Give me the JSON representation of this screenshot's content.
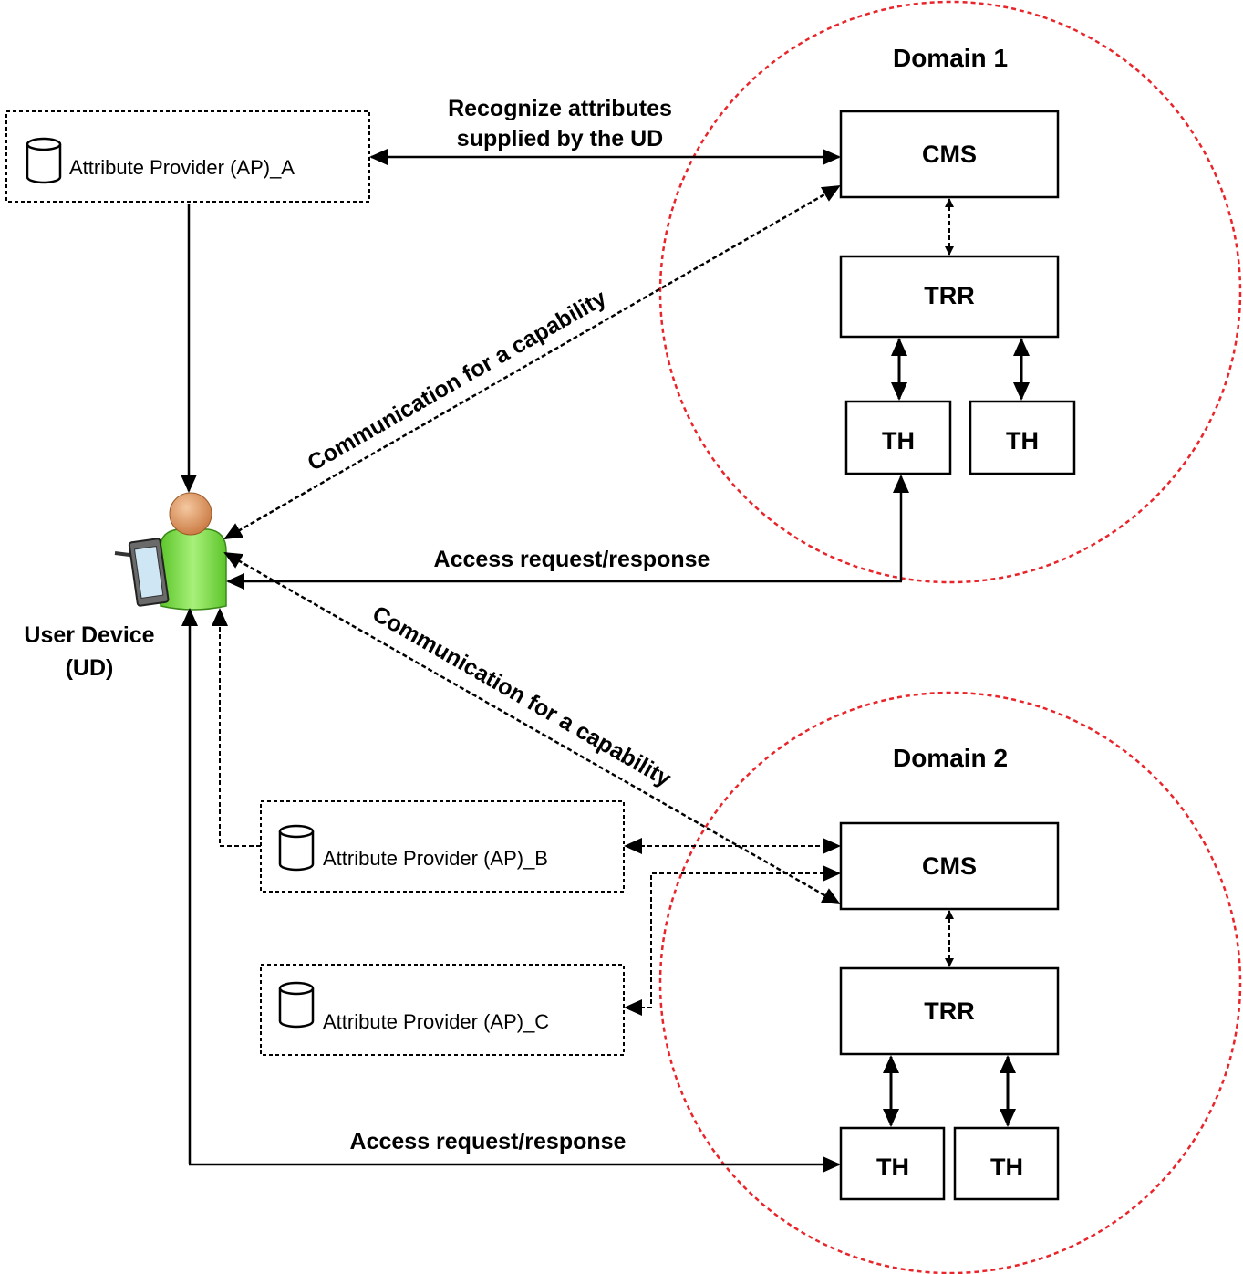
{
  "domains": [
    {
      "title": "Domain 1",
      "cms_label": "CMS",
      "trr_label": "TRR",
      "th_labels": [
        "TH",
        "TH"
      ]
    },
    {
      "title": "Domain 2",
      "cms_label": "CMS",
      "trr_label": "TRR",
      "th_labels": [
        "TH",
        "TH"
      ]
    }
  ],
  "attribute_providers": {
    "a": "Attribute Provider  (AP)_A",
    "b": "Attribute Provider  (AP)_B",
    "c": "Attribute Provider  (AP)_C"
  },
  "user_device": {
    "line1": "User Device",
    "line2": "(UD)"
  },
  "edges": {
    "recognize_line1": "Recognize attributes",
    "recognize_line2": "supplied by the UD",
    "communication_1": "Communication for a capability",
    "communication_2": "Communication for a capability",
    "access_1": "Access request/response",
    "access_2": "Access request/response"
  },
  "colors": {
    "domain_border": "#e8252a",
    "ud_body": "#7fd94a",
    "ud_head": "#e8a070",
    "stroke": "#000000"
  }
}
